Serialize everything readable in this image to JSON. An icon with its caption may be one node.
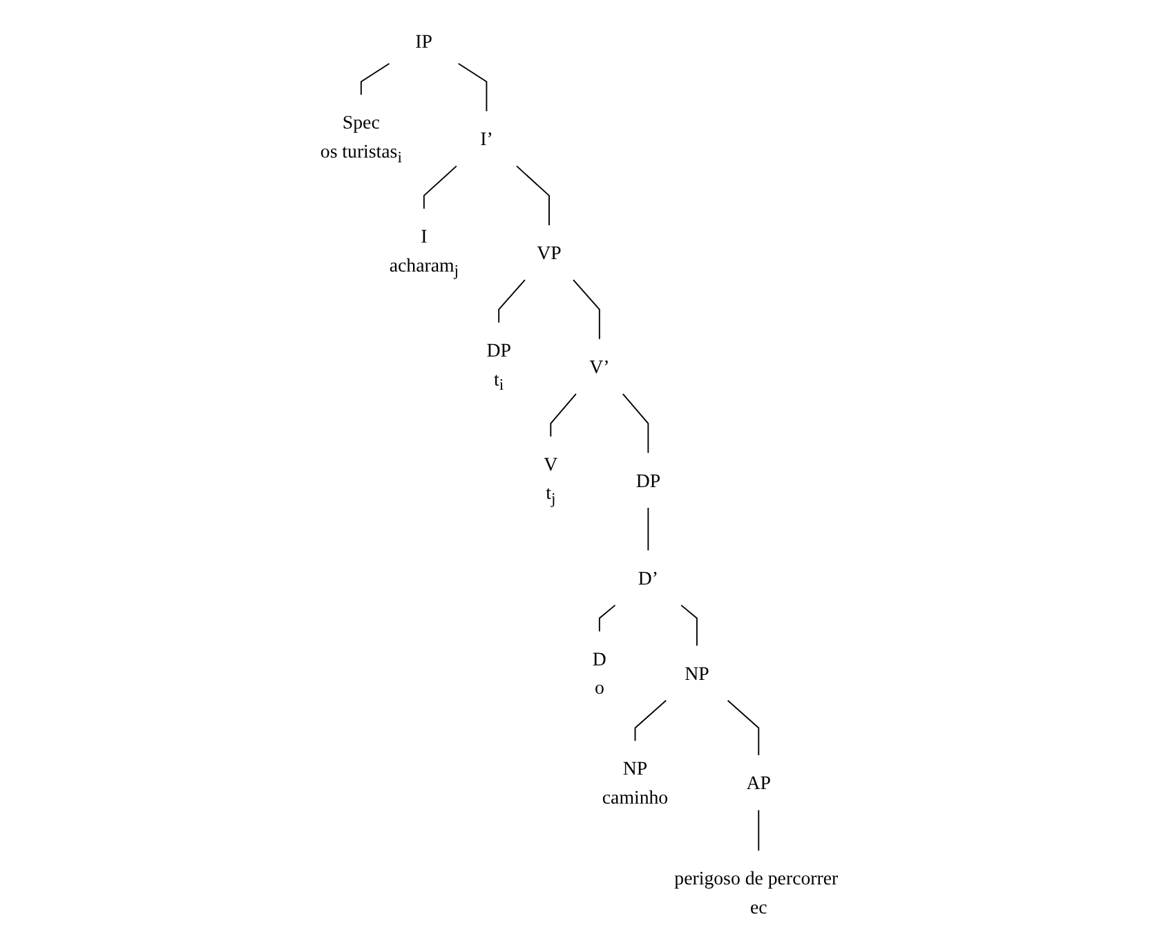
{
  "diagram": {
    "nodes": [
      {
        "text": [
          "IP"
        ]
      },
      {
        "text": [
          "Spec",
          "os turistas$_{i}$"
        ]
      },
      {
        "text": [
          "I’"
        ]
      },
      {
        "text": [
          "I",
          "acharam$_{j}$"
        ]
      },
      {
        "text": [
          "VP"
        ]
      },
      {
        "text": [
          "DP",
          "t$_{i}$"
        ]
      },
      {
        "text": [
          "V’"
        ]
      },
      {
        "text": [
          "V",
          "t$_{j}$"
        ]
      },
      {
        "text": [
          "DP"
        ]
      },
      {
        "text": [
          "D’"
        ]
      },
      {
        "text": [
          "D",
          "o"
        ]
      },
      {
        "text": [
          "NP"
        ]
      },
      {
        "text": [
          "NP",
          "caminho"
        ]
      },
      {
        "text": [
          "AP"
        ]
      },
      {
        "text": [
          "perigoso de percorrer ec"
        ]
      }
    ],
    "edges": [
      {
        "from": 0,
        "to": 1,
        "arrow": "none"
      },
      {
        "from": 0,
        "to": 2,
        "arrow": "none"
      },
      {
        "from": 2,
        "to": 3,
        "arrow": "none"
      },
      {
        "from": 2,
        "to": 4,
        "arrow": "none"
      },
      {
        "from": 4,
        "to": 5,
        "arrow": "none"
      },
      {
        "from": 4,
        "to": 6,
        "arrow": "none"
      },
      {
        "from": 6,
        "to": 7,
        "arrow": "none"
      },
      {
        "from": 6,
        "to": 8,
        "arrow": "none"
      },
      {
        "from": 8,
        "to": 9,
        "arrow": "none"
      },
      {
        "from": 9,
        "to": 10,
        "arrow": "none"
      },
      {
        "from": 9,
        "to": 11,
        "arrow": "none"
      },
      {
        "from": 11,
        "to": 12,
        "arrow": "none"
      },
      {
        "from": 11,
        "to": 13,
        "arrow": "none"
      },
      {
        "from": 13,
        "to": 14,
        "arrow": "none"
      }
    ]
  }
}
